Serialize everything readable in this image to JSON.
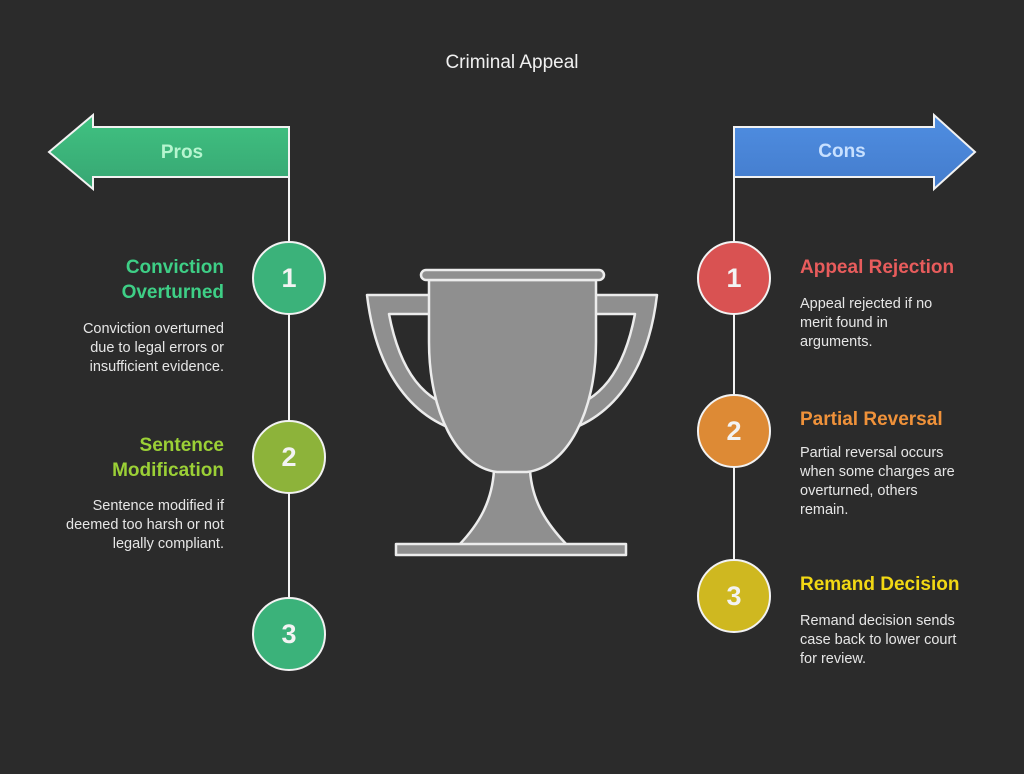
{
  "title": "Criminal Appeal",
  "pros": {
    "label": "Pros",
    "color": "#3dba7c",
    "items": [
      {
        "number": "1",
        "title_line1": "Conviction",
        "title_line2": "Overturned",
        "title_color": "#3ecf86",
        "circle_color": "#3bb27a",
        "desc": [
          "Conviction overturned",
          "due to legal errors or",
          "insufficient evidence."
        ]
      },
      {
        "number": "2",
        "title_line1": "Sentence",
        "title_line2": "Modification",
        "title_color": "#9bd036",
        "circle_color": "#8db33a",
        "desc": [
          "Sentence modified if",
          "deemed too harsh or not",
          "legally compliant."
        ]
      },
      {
        "number": "3",
        "circle_color": "#3bb27a"
      }
    ]
  },
  "cons": {
    "label": "Cons",
    "color": "#4a86d8",
    "items": [
      {
        "number": "1",
        "title": "Appeal Rejection",
        "title_color": "#e85c5c",
        "circle_color": "#d95252",
        "desc": [
          "Appeal rejected if no",
          "merit found in",
          "arguments."
        ]
      },
      {
        "number": "2",
        "title": "Partial Reversal",
        "title_color": "#f0923a",
        "circle_color": "#dd8a35",
        "desc": [
          "Partial reversal occurs",
          "when some charges are",
          "overturned, others",
          "remain."
        ]
      },
      {
        "number": "3",
        "title": "Remand Decision",
        "title_color": "#f2d813",
        "circle_color": "#cfb820",
        "desc": [
          "Remand decision sends",
          "case back to lower court",
          "for review."
        ]
      }
    ]
  },
  "center_icon": "trophy-icon"
}
